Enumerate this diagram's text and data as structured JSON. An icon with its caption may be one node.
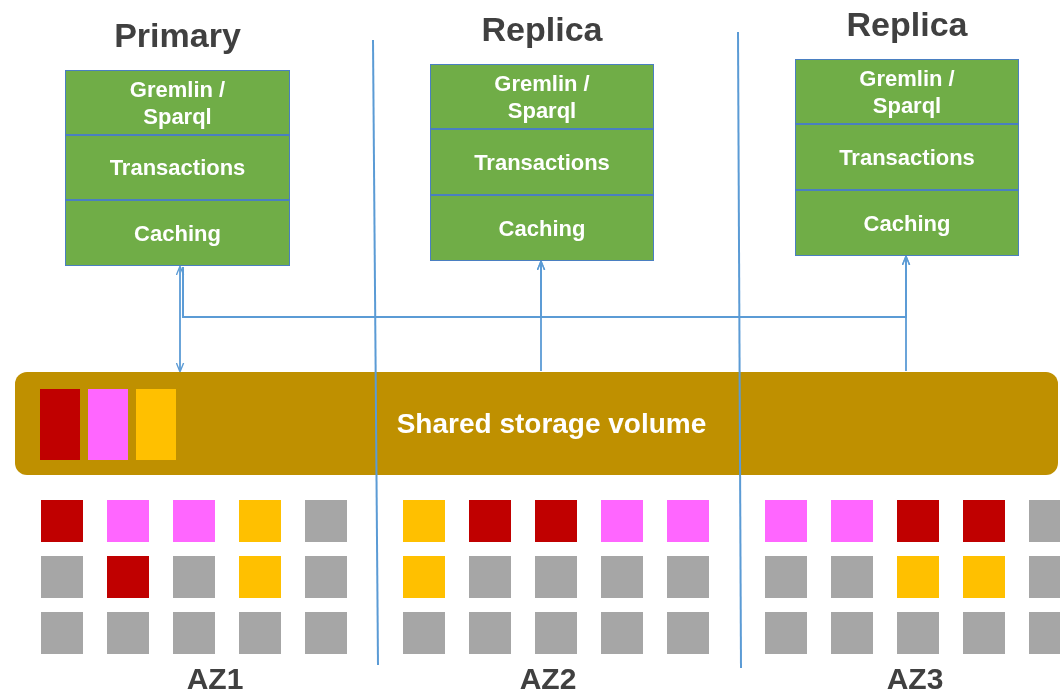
{
  "diagram": {
    "nodes": [
      {
        "text": [
          "Primary"
        ]
      },
      {
        "text": [
          "Gremlin / Sparql"
        ],
        "in": 0
      },
      {
        "text": [
          "Transactions"
        ],
        "in": 0
      },
      {
        "text": [
          "Caching"
        ],
        "in": 0
      },
      {
        "text": [
          "Replica"
        ]
      },
      {
        "text": [
          "Gremlin / Sparql"
        ],
        "in": 4
      },
      {
        "text": [
          "Transactions"
        ],
        "in": 4
      },
      {
        "text": [
          "Caching"
        ],
        "in": 4
      },
      {
        "text": [
          "Replica"
        ]
      },
      {
        "text": [
          "Gremlin / Sparql"
        ],
        "in": 8
      },
      {
        "text": [
          "Transactions"
        ],
        "in": 8
      },
      {
        "text": [
          "Caching"
        ],
        "in": 8
      },
      {
        "text": [
          "Shared storage volume"
        ]
      }
    ],
    "edges": [
      {
        "from": 3,
        "to": 12,
        "arrow": "both"
      },
      {
        "from": 3,
        "to": 7,
        "arrow": "to"
      },
      {
        "from": 3,
        "to": 11,
        "arrow": "to"
      },
      {
        "from": 12,
        "to": 7,
        "arrow": "to"
      },
      {
        "from": 12,
        "to": 11,
        "arrow": "to"
      }
    ],
    "labels": [
      "AZ1",
      "AZ2",
      "AZ3"
    ]
  }
}
